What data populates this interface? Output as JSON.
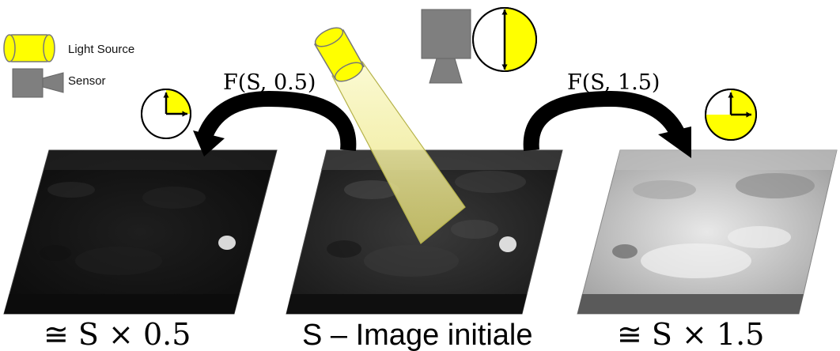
{
  "legend": {
    "light_source_label": "Light Source",
    "sensor_label": "Sensor"
  },
  "functions": {
    "left": "F(S, 0.5)",
    "right": "F(S, 1.5)"
  },
  "captions": {
    "left": "≅ S × 0.5",
    "center": "S – Image initiale",
    "right": "≅ S × 1.5"
  },
  "exposure": {
    "left_fraction": 0.25,
    "center_fraction": 0.5,
    "right_fraction": 0.75
  },
  "colors": {
    "light_yellow": "#ffff00",
    "beam_yellow": "#f5f27a",
    "sensor_gray": "#7f7f7f",
    "dark_image": "#1a1a1a",
    "mid_image": "#2a2a2a",
    "bright_image": "#c8c8c8"
  }
}
